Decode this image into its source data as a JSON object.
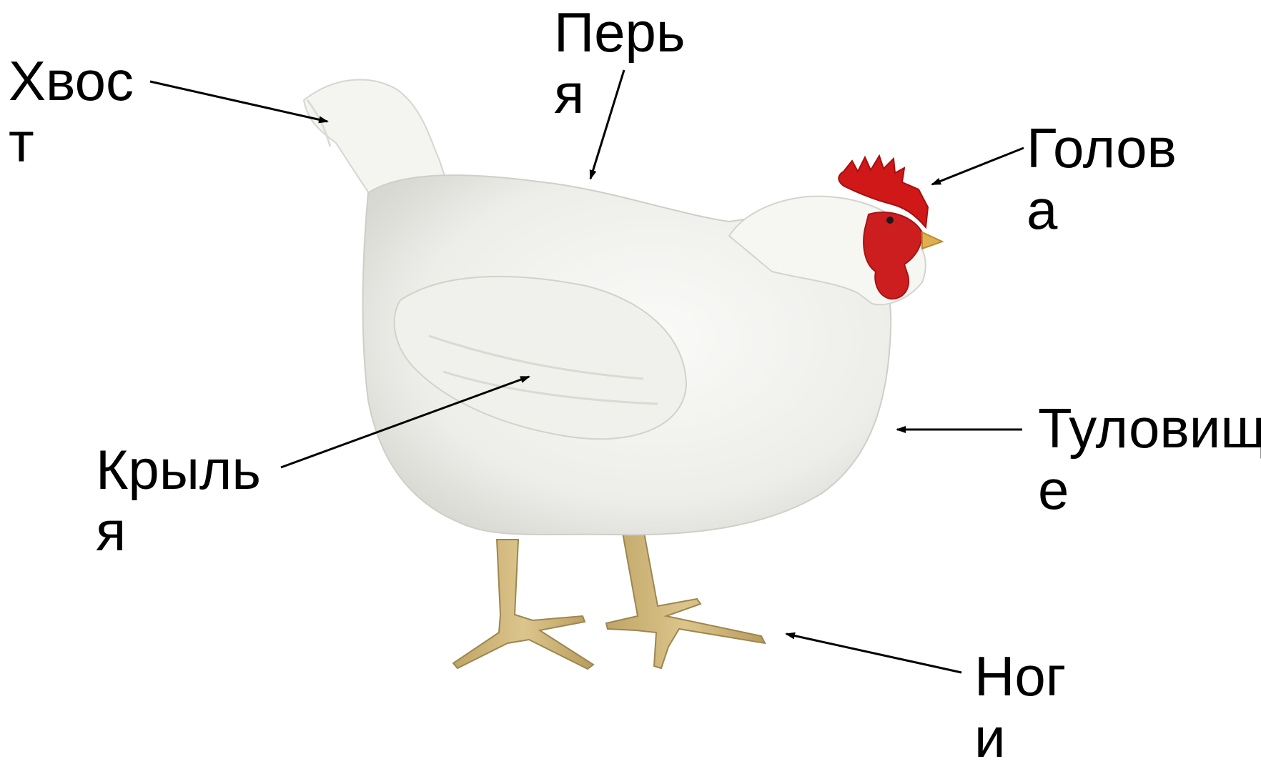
{
  "labels": {
    "tail": {
      "line1": "Хвос",
      "line2": "т"
    },
    "feathers": {
      "line1": "Перь",
      "line2": "я"
    },
    "head": {
      "line1": "Голов",
      "line2": "а"
    },
    "wings": {
      "line1": "Крыль",
      "line2": "я"
    },
    "body": {
      "line1": "Туловищ",
      "line2": "е"
    },
    "legs": {
      "line1": "Ног",
      "line2": "и"
    }
  },
  "colors": {
    "background": "#ffffff",
    "text": "#000000",
    "arrow": "#000000",
    "plumage": "#f2f2ef",
    "plumage_shadow": "#d9d9d4",
    "comb": "#d01818",
    "beak": "#e0b050",
    "legs": "#cfb77a"
  },
  "illustration": "white-hen"
}
